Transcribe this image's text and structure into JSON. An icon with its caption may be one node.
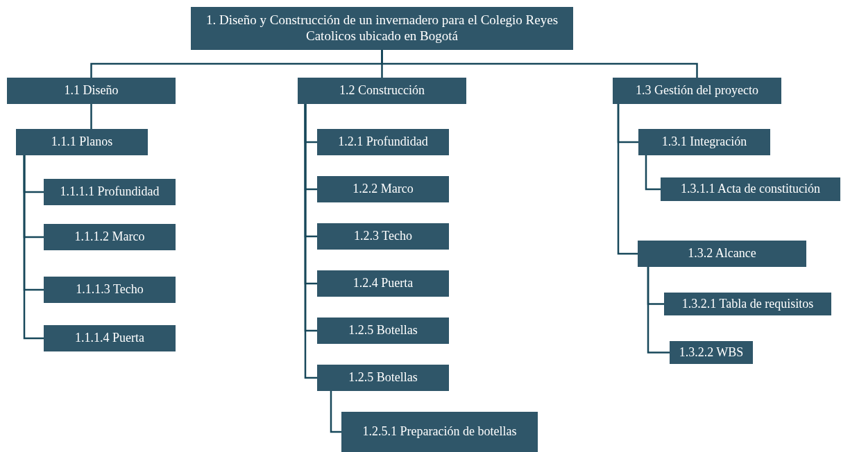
{
  "diagram": {
    "nodes": [
      {
        "text": [
          "1. Diseño y Construcción de un invernadero para el Colegio Reyes Catolicos ubicado en Bogotá"
        ]
      },
      {
        "text": [
          "1.1 Diseño"
        ]
      },
      {
        "text": [
          "1.1.1 Planos"
        ]
      },
      {
        "text": [
          "1.1.1.1 Profundidad"
        ]
      },
      {
        "text": [
          "1.1.1.2 Marco"
        ]
      },
      {
        "text": [
          "1.1.1.3 Techo"
        ]
      },
      {
        "text": [
          "1.1.1.4 Puerta"
        ]
      },
      {
        "text": [
          "1.2 Construcción"
        ]
      },
      {
        "text": [
          "1.2.1 Profundidad"
        ]
      },
      {
        "text": [
          "1.2.2 Marco"
        ]
      },
      {
        "text": [
          "1.2.3 Techo"
        ]
      },
      {
        "text": [
          "1.2.4 Puerta"
        ]
      },
      {
        "text": [
          "1.2.5 Botellas"
        ]
      },
      {
        "text": [
          "1.2.5 Botellas"
        ]
      },
      {
        "text": [
          "1.2.5.1 Preparación de botellas"
        ]
      },
      {
        "text": [
          "1.3 Gestión del proyecto"
        ]
      },
      {
        "text": [
          "1.3.1 Integración"
        ]
      },
      {
        "text": [
          "1.3.1.1 Acta de constitución"
        ]
      },
      {
        "text": [
          "1.3.2 Alcance"
        ]
      },
      {
        "text": [
          "1.3.2.1 Tabla de requisitos"
        ]
      },
      {
        "text": [
          "1.3.2.2 WBS"
        ]
      }
    ],
    "edges": [
      {
        "from": 0,
        "to": 1,
        "arrow": "none"
      },
      {
        "from": 0,
        "to": 7,
        "arrow": "none"
      },
      {
        "from": 0,
        "to": 15,
        "arrow": "none"
      },
      {
        "from": 1,
        "to": 2,
        "arrow": "none"
      },
      {
        "from": 2,
        "to": 3,
        "arrow": "none"
      },
      {
        "from": 2,
        "to": 4,
        "arrow": "none"
      },
      {
        "from": 2,
        "to": 5,
        "arrow": "none"
      },
      {
        "from": 2,
        "to": 6,
        "arrow": "none"
      },
      {
        "from": 7,
        "to": 8,
        "arrow": "none"
      },
      {
        "from": 7,
        "to": 9,
        "arrow": "none"
      },
      {
        "from": 7,
        "to": 10,
        "arrow": "none"
      },
      {
        "from": 7,
        "to": 11,
        "arrow": "none"
      },
      {
        "from": 7,
        "to": 12,
        "arrow": "none"
      },
      {
        "from": 7,
        "to": 13,
        "arrow": "none"
      },
      {
        "from": 13,
        "to": 14,
        "arrow": "none"
      },
      {
        "from": 15,
        "to": 16,
        "arrow": "none"
      },
      {
        "from": 15,
        "to": 18,
        "arrow": "none"
      },
      {
        "from": 16,
        "to": 17,
        "arrow": "none"
      },
      {
        "from": 18,
        "to": 19,
        "arrow": "none"
      },
      {
        "from": 18,
        "to": 20,
        "arrow": "none"
      }
    ]
  }
}
